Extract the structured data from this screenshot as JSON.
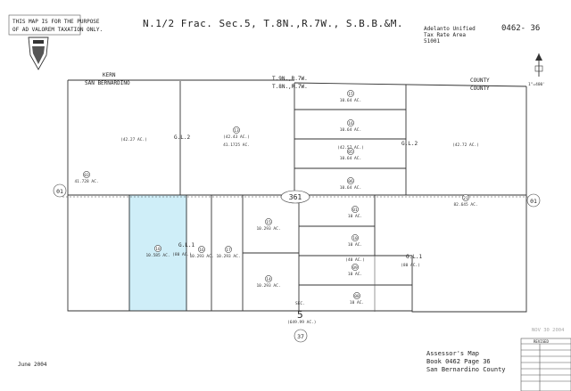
{
  "header": {
    "disclaimer_line1": "THIS MAP IS FOR THE PURPOSE",
    "disclaimer_line2": "OF AD VALOREM TAXATION ONLY.",
    "title": "N.1/2 Frac. Sec.5, T.8N.,R.7W., S.B.B.&M.",
    "district_line1": "Adelanto Unified",
    "district_line2": "Tax Rate Area",
    "district_line3": "51001",
    "map_number": "0462- 36"
  },
  "labels": {
    "county_left_1": "KERN",
    "county_left_2": "SAN BERNARDINO",
    "township_1": "T.9N.,R.7W.",
    "township_2": "T.8N.,R.7W.",
    "county_right_1": "COUNTY",
    "county_right_2": "COUNTY",
    "road_number": "361",
    "book_left": "01",
    "book_right": "01",
    "book_bottom": "37",
    "sec_label": "SEC.",
    "sec_number": "5",
    "total_acres": "(649.99 AC.)",
    "gl2_left": "G.L.2",
    "gl2_right": "G.L.2",
    "gl1_left": "G.L.1",
    "gl1_right": "G.L.1",
    "scale": "1\"=400'",
    "date": "June 2004",
    "revised": "REVISED",
    "stamp": "NOV 30 2004"
  },
  "parcels": [
    {
      "num": "03",
      "area": "41.728 AC."
    },
    {
      "num": "",
      "area": "(42.27 AC.)"
    },
    {
      "num": "13",
      "area": "(42.43 AC.)"
    },
    {
      "num": "",
      "area": "41.1725 AC."
    },
    {
      "num": "",
      "area": "(42.72 AC.)"
    },
    {
      "num": "21",
      "area": "82.645 AC."
    },
    {
      "num": "15",
      "area": "10.64 AC."
    },
    {
      "num": "16",
      "area": "10.64 AC."
    },
    {
      "num": "",
      "area": "(42.57 AC.)"
    },
    {
      "num": "05",
      "area": "10.64 AC."
    },
    {
      "num": "06",
      "area": "10.64 AC."
    },
    {
      "num": "01",
      "area": "10 AC."
    },
    {
      "num": "10",
      "area": "10 AC."
    },
    {
      "num": "",
      "area": "(40 AC.)"
    },
    {
      "num": "09",
      "area": "10 AC."
    },
    {
      "num": "08",
      "area": "10 AC."
    },
    {
      "num": "",
      "area": "(80 AC.)"
    },
    {
      "num": "15",
      "area": "10.293 AC."
    },
    {
      "num": "14",
      "area": "10.293 AC."
    },
    {
      "num": "17",
      "area": "10.293 AC."
    },
    {
      "num": "16",
      "area": "10.293 AC."
    },
    {
      "num": "",
      "area": "(80 AC.)"
    },
    {
      "num": "18",
      "area": "10.585 AC."
    }
  ],
  "highlight_color": "#cfeef8",
  "footer": {
    "line1": "Assessor's Map",
    "line2": "Book 0462 Page 36",
    "line3": "San Bernardino County"
  }
}
